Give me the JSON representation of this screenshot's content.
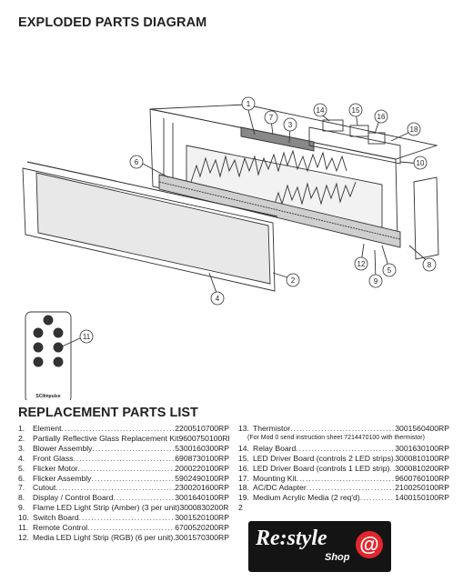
{
  "page_title": "EXPLODED PARTS DIAGRAM",
  "callouts": [
    "1",
    "2",
    "3",
    "4",
    "5",
    "6",
    "7",
    "8",
    "9",
    "10",
    "11",
    "12",
    "14",
    "15",
    "16",
    "18"
  ],
  "remote_brand": "SCIImpulse",
  "list_title": "REPLACEMENT PARTS LIST",
  "parts_left": [
    {
      "num": "1.",
      "name": "Element",
      "code": "2200510700RP"
    },
    {
      "num": "2.",
      "name": "Partially Reflective Glass Replacement Kit",
      "code": "9600750100RP"
    },
    {
      "num": "3.",
      "name": "Blower Assembly",
      "code": "5300160300RP"
    },
    {
      "num": "4.",
      "name": "Front Glass",
      "code": "6908730100RP"
    },
    {
      "num": "5.",
      "name": "Flicker Motor",
      "code": "2000220100RP"
    },
    {
      "num": "6.",
      "name": "Flicker Assembly",
      "code": "5902490100RP"
    },
    {
      "num": "7.",
      "name": "Cutout",
      "code": "2300201600RP"
    },
    {
      "num": "8.",
      "name": "Display / Control Board",
      "code": "3001640100RP"
    },
    {
      "num": "9.",
      "name": "Flame LED Light Strip (Amber) (3 per unit)",
      "code": "3000830200RP"
    },
    {
      "num": "10.",
      "name": "Switch Board",
      "code": "3001520100RP"
    },
    {
      "num": "11.",
      "name": "Remote Control",
      "code": "6700520200RP"
    },
    {
      "num": "12.",
      "name": "Media LED Light Strip (RGB) (6 per unit)",
      "code": "3001570300RP"
    }
  ],
  "parts_right": [
    {
      "num": "13.",
      "name": "Thermistor",
      "code": "3001560400RP"
    },
    {
      "num": "14.",
      "name": "Relay Board",
      "code": "3001630100RP"
    },
    {
      "num": "15.",
      "name": "LED Driver Board (controls 2 LED strips)",
      "code": "3000810100RP"
    },
    {
      "num": "16.",
      "name": "LED Driver Board (controls 1 LED strip)",
      "code": "3000810200RP"
    },
    {
      "num": "17.",
      "name": "Mounting Kit",
      "code": "9600760100RP"
    },
    {
      "num": "18.",
      "name": "AC/DC Adapter",
      "code": "2100250100RP"
    },
    {
      "num": "19.",
      "name": "Medium Acrylic Media (2 req'd)",
      "code": "1400150100RP"
    }
  ],
  "thermistor_note": "(For Mod 0 send instruction sheet 7214470100 with thermistor)",
  "partial_row_text": "2",
  "logo": {
    "brand": "Re:style",
    "shop": "Shop",
    "badge": "@"
  }
}
